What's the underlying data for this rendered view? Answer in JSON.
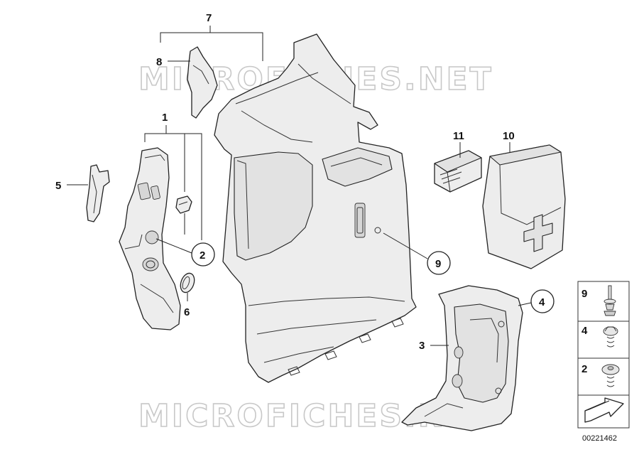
{
  "watermark": "MICROFICHES.NET",
  "callouts": {
    "c1": "1",
    "c2": "2",
    "c3": "3",
    "c4": "4",
    "c5": "5",
    "c6": "6",
    "c7": "7",
    "c8": "8",
    "c9": "9",
    "c10": "10",
    "c11": "11"
  },
  "legend": {
    "items": [
      {
        "num": "9",
        "icon": "screw-icon"
      },
      {
        "num": "4",
        "icon": "spring-clip-icon"
      },
      {
        "num": "2",
        "icon": "washer-clip-icon"
      }
    ],
    "arrow_icon": "direction-arrow-icon"
  },
  "document_number": "00221462"
}
